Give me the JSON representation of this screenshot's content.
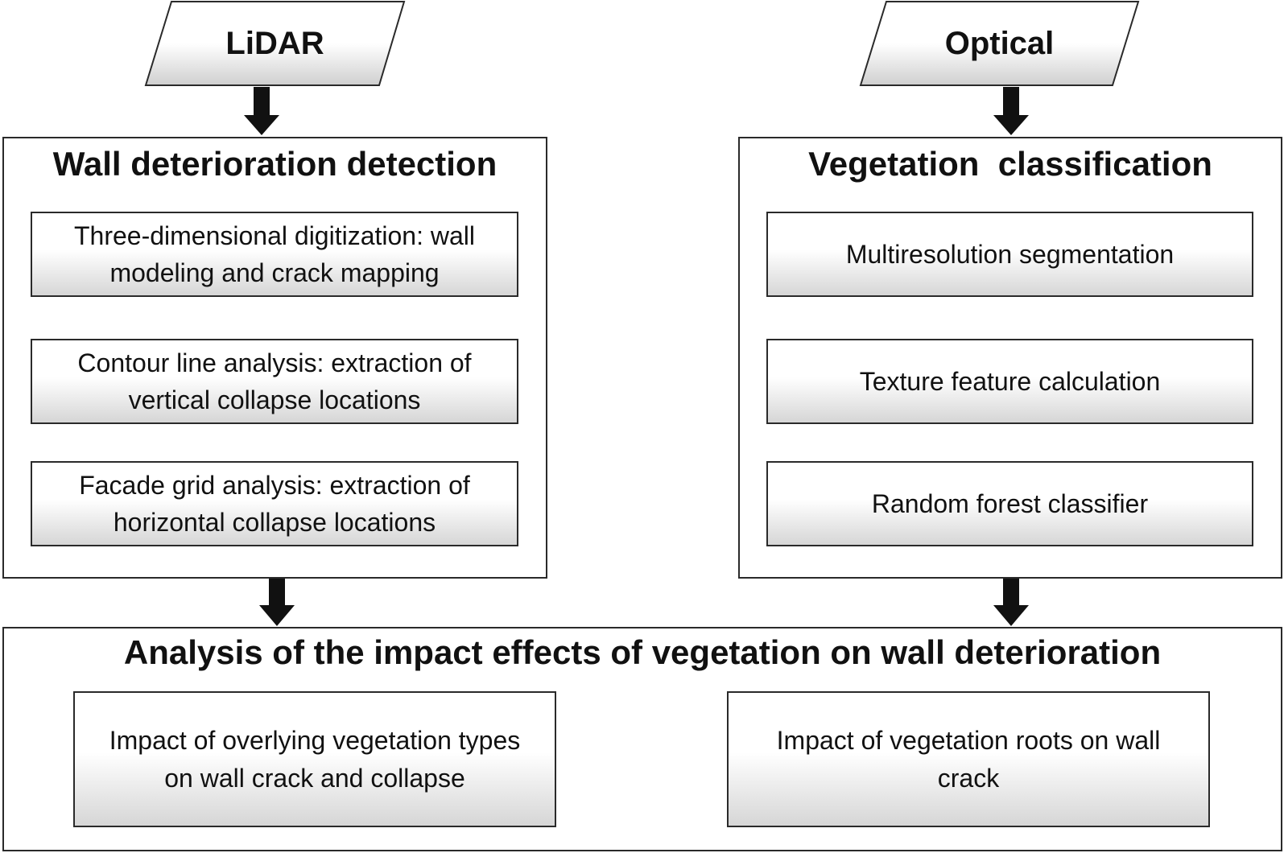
{
  "inputs": {
    "lidar_label": "LiDAR",
    "optical_label": "Optical"
  },
  "left_panel": {
    "title": "Wall deterioration detection",
    "steps": [
      "Three-dimensional digitization: wall modeling and crack mapping",
      "Contour line analysis: extraction of vertical collapse locations",
      "Facade grid analysis: extraction of horizontal collapse locations"
    ]
  },
  "right_panel": {
    "title": "Vegetation  classification",
    "steps": [
      "Multiresolution segmentation",
      "Texture feature calculation",
      "Random forest classifier"
    ]
  },
  "bottom_panel": {
    "title": "Analysis of the impact effects of vegetation on wall deterioration",
    "items": [
      "Impact of overlying vegetation types on wall crack and collapse",
      "Impact of vegetation roots on wall crack"
    ]
  },
  "colors": {
    "border": "#2a2a2a",
    "gradient_end": "#d6d6d6",
    "arrow": "#111111"
  }
}
